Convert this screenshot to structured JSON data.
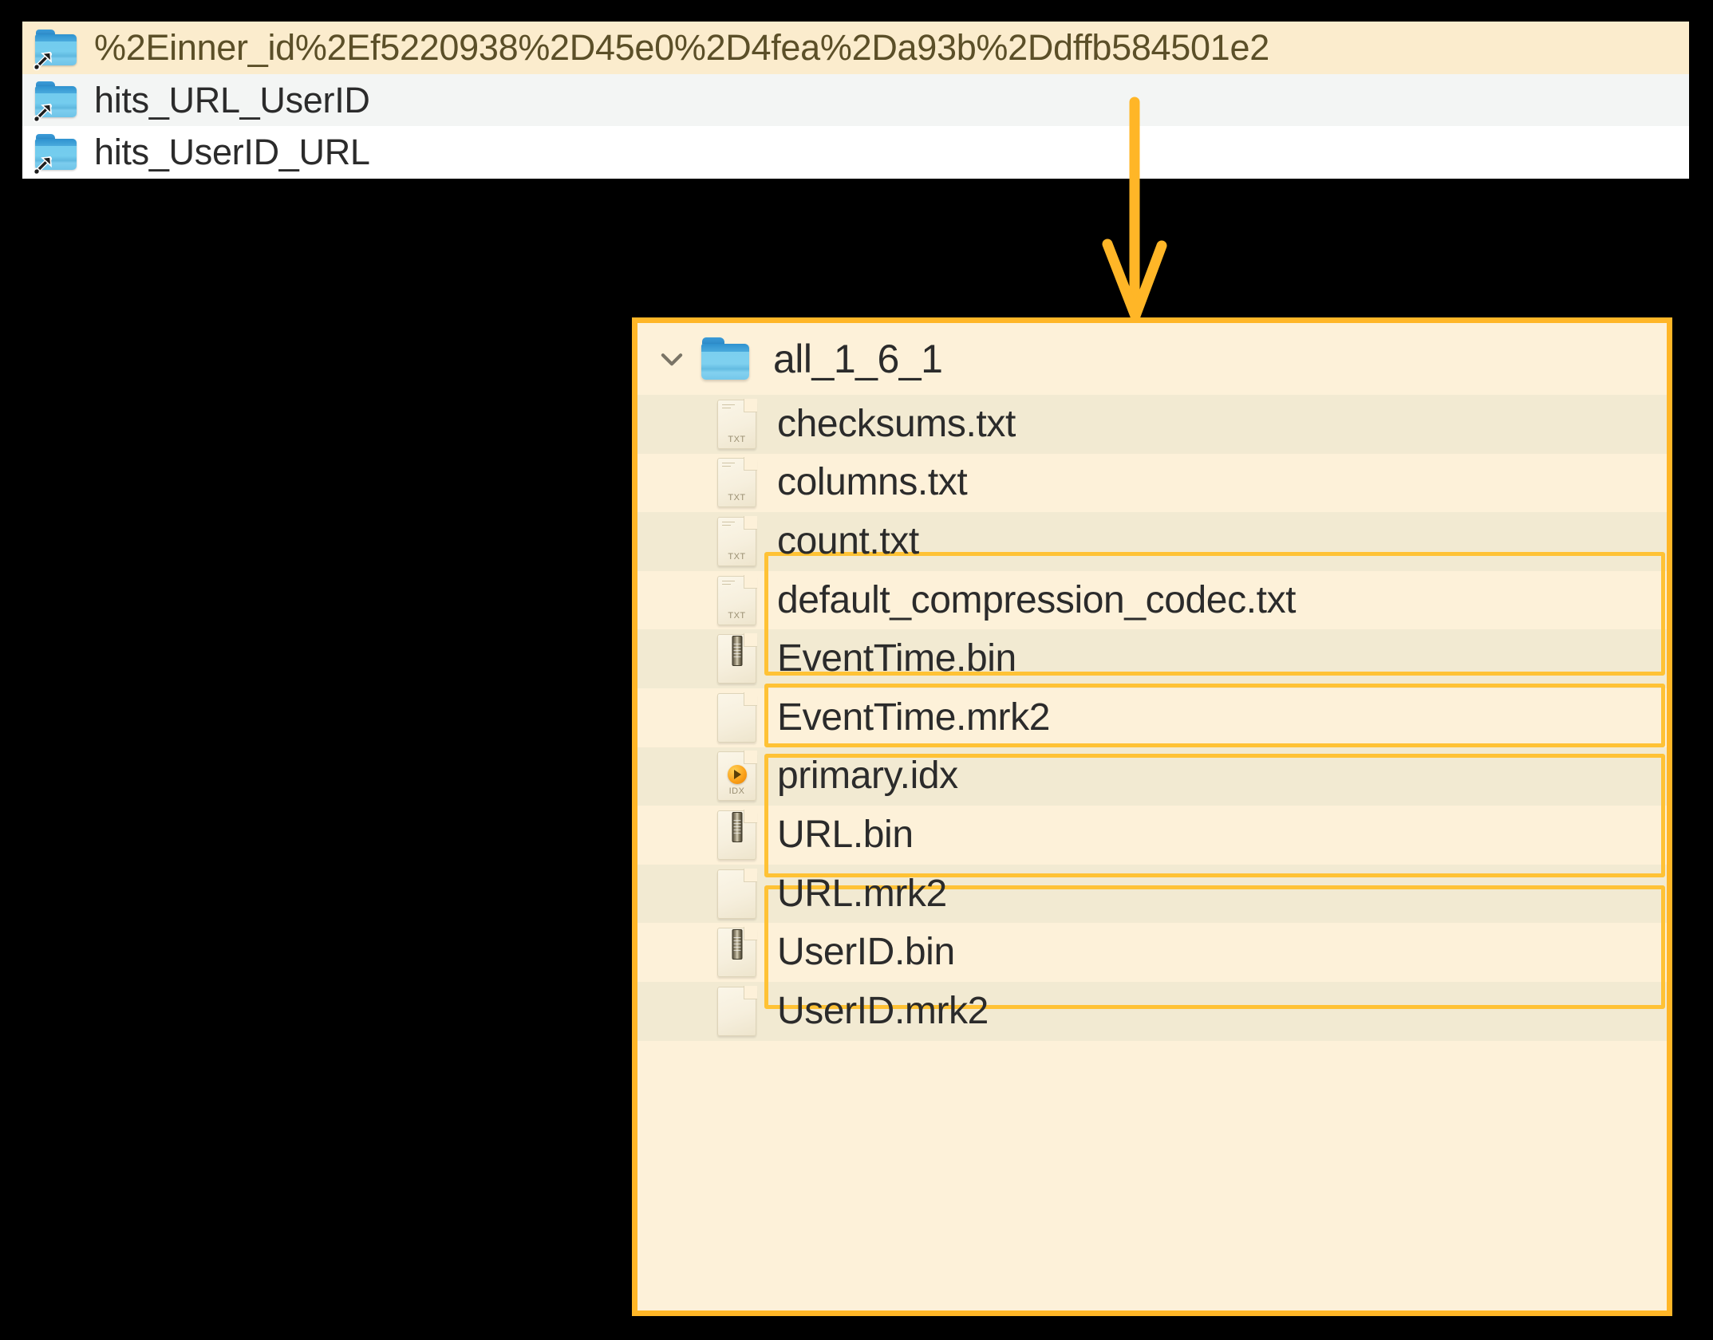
{
  "top_panel": {
    "name": "symlink-directory-listing",
    "rows": [
      {
        "label": "%2Einner_id%2Ef5220938%2D45e0%2D4fea%2Da93b%2Ddffb584501e2",
        "icon": "folder-symlink-icon",
        "highlighted": true
      },
      {
        "label": "hits_URL_UserID",
        "icon": "folder-symlink-icon",
        "highlighted": false
      },
      {
        "label": "hits_UserID_URL",
        "icon": "folder-symlink-icon",
        "highlighted": false
      }
    ]
  },
  "connector": {
    "name": "down-arrow-connector",
    "color": "#ffb627"
  },
  "dir_panel": {
    "name": "part-directory-contents",
    "border_color": "#ffb627",
    "highlight_color": "#ffc235",
    "expand_icon": "chevron-down-icon",
    "folder_icon": "folder-icon",
    "dir_name": "all_1_6_1",
    "files": [
      {
        "name": "checksums.txt",
        "icon": "text-file-icon",
        "ext": "TXT",
        "shaded": true,
        "boxed": false
      },
      {
        "name": "columns.txt",
        "icon": "text-file-icon",
        "ext": "TXT",
        "shaded": false,
        "boxed": false
      },
      {
        "name": "count.txt",
        "icon": "text-file-icon",
        "ext": "TXT",
        "shaded": true,
        "boxed": false
      },
      {
        "name": "default_compression_codec.txt",
        "icon": "text-file-icon",
        "ext": "TXT",
        "shaded": false,
        "boxed": false
      },
      {
        "name": "EventTime.bin",
        "icon": "binary-file-icon",
        "ext": "BIN",
        "shaded": true,
        "boxed": true
      },
      {
        "name": "EventTime.mrk2",
        "icon": "blank-file-icon",
        "ext": "",
        "shaded": false,
        "boxed": true
      },
      {
        "name": "primary.idx",
        "icon": "index-file-icon",
        "ext": "IDX",
        "shaded": true,
        "boxed": true
      },
      {
        "name": "URL.bin",
        "icon": "binary-file-icon",
        "ext": "BIN",
        "shaded": false,
        "boxed": true
      },
      {
        "name": "URL.mrk2",
        "icon": "blank-file-icon",
        "ext": "",
        "shaded": true,
        "boxed": true
      },
      {
        "name": "UserID.bin",
        "icon": "binary-file-icon",
        "ext": "BIN",
        "shaded": false,
        "boxed": true
      },
      {
        "name": "UserID.mrk2",
        "icon": "blank-file-icon",
        "ext": "",
        "shaded": true,
        "boxed": true
      }
    ],
    "highlight_groups": [
      {
        "label": "EventTime-group",
        "start_index": 4,
        "end_index": 5
      },
      {
        "label": "primary-idx-group",
        "start_index": 6,
        "end_index": 6
      },
      {
        "label": "URL-group",
        "start_index": 7,
        "end_index": 8
      },
      {
        "label": "UserID-group",
        "start_index": 9,
        "end_index": 10
      }
    ]
  }
}
